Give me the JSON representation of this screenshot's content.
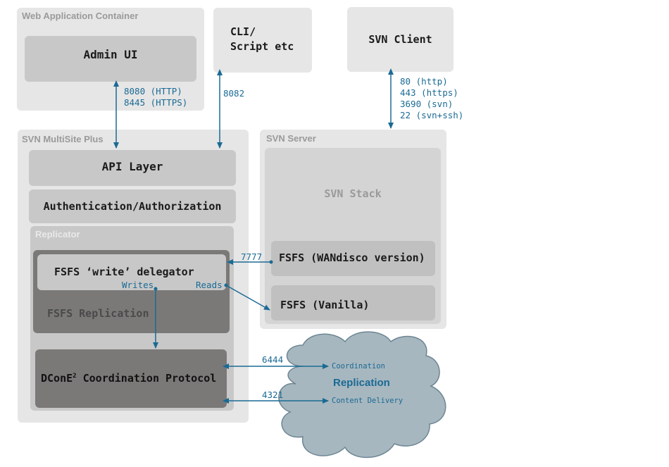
{
  "web_container": {
    "title": "Web Application Container",
    "admin_ui": "Admin UI"
  },
  "cli": {
    "line1": "CLI/",
    "line2": "Script etc"
  },
  "svn_client": {
    "label": "SVN Client"
  },
  "multisite": {
    "title": "SVN MultiSite Plus",
    "api_layer": "API Layer",
    "auth": "Authentication/Authorization",
    "replicator": "Replicator",
    "fsfs_write": "FSFS ‘write’ delegator",
    "fsfs_replication": "FSFS Replication",
    "dcone_prefix": "DConE",
    "dcone_sup": "2",
    "dcone_suffix": " Coordination Protocol"
  },
  "svn_server": {
    "title": "SVN Server",
    "stack": "SVN Stack",
    "fsfs_wandisco": "FSFS (WANdisco version)",
    "fsfs_vanilla": "FSFS (Vanilla)"
  },
  "ports": {
    "admin": "8080 (HTTP)\n8445 (HTTPS)",
    "cli": "8082",
    "client": "80 (http)\n443 (https)\n3690 (svn)\n22 (svn+ssh)",
    "p7777": "7777",
    "p6444": "6444",
    "p4321": "4321"
  },
  "flow_labels": {
    "writes": "Writes",
    "reads": "Reads"
  },
  "cloud": {
    "title": "Replication",
    "coordination": "Coordination",
    "content_delivery": "Content Delivery"
  },
  "colors": {
    "arrow": "#1a6a94",
    "cloud": "#a7b7bf",
    "cloud_border": "#6d8693",
    "container": "#e6e6e6",
    "panel": "#c8c8c8",
    "dark": "#7b7978"
  }
}
